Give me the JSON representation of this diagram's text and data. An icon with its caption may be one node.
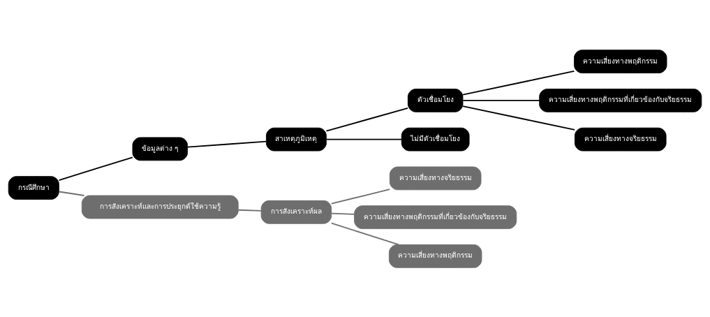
{
  "diagram": {
    "nodes": [
      {
        "text": [
          "กรณีศึกษา"
        ]
      },
      {
        "text": [
          "ข้อมูลต่าง ๆ"
        ]
      },
      {
        "text": [
          "สาเหตุภูมิเหตุ"
        ]
      },
      {
        "text": [
          "ตัวเชื่อมโยง"
        ]
      },
      {
        "text": [
          "ไม่มีตัวเชื่อมโยง"
        ]
      },
      {
        "text": [
          "ความเสี่ยงทางพฤติกรรม"
        ]
      },
      {
        "text": [
          "ความเสี่ยงทางพฤติกรรมที่เกี่ยวข้องกับจริยธรรม"
        ]
      },
      {
        "text": [
          "ความเสี่ยงทางจริยธรรม"
        ]
      },
      {
        "text": [
          "การสังเคราะห์และการประยุกต์ใช้ความรู้"
        ]
      },
      {
        "text": [
          "การสังเคราะห์ผล"
        ]
      },
      {
        "text": [
          "ความเสี่ยงทางจริยธรรม"
        ]
      },
      {
        "text": [
          "ความเสี่ยงทางพฤติกรรมที่เกี่ยวข้องกับจริยธรรม"
        ]
      },
      {
        "text": [
          "ความเสี่ยงทางพฤติกรรม"
        ]
      }
    ],
    "edges": [
      {
        "from": 0,
        "to": 1,
        "arrow": "none"
      },
      {
        "from": 1,
        "to": 2,
        "arrow": "none"
      },
      {
        "from": 2,
        "to": 3,
        "arrow": "none"
      },
      {
        "from": 2,
        "to": 4,
        "arrow": "none"
      },
      {
        "from": 3,
        "to": 5,
        "arrow": "none"
      },
      {
        "from": 3,
        "to": 6,
        "arrow": "none"
      },
      {
        "from": 3,
        "to": 7,
        "arrow": "none"
      },
      {
        "from": 0,
        "to": 8,
        "arrow": "none",
        "color": "#6e6e6e"
      },
      {
        "from": 8,
        "to": 9,
        "arrow": "none",
        "color": "#6e6e6e"
      },
      {
        "from": 9,
        "to": 10,
        "arrow": "none",
        "color": "#6e6e6e"
      },
      {
        "from": 9,
        "to": 11,
        "arrow": "none",
        "color": "#6e6e6e"
      },
      {
        "from": 9,
        "to": 12,
        "arrow": "none",
        "color": "#6e6e6e"
      }
    ]
  }
}
